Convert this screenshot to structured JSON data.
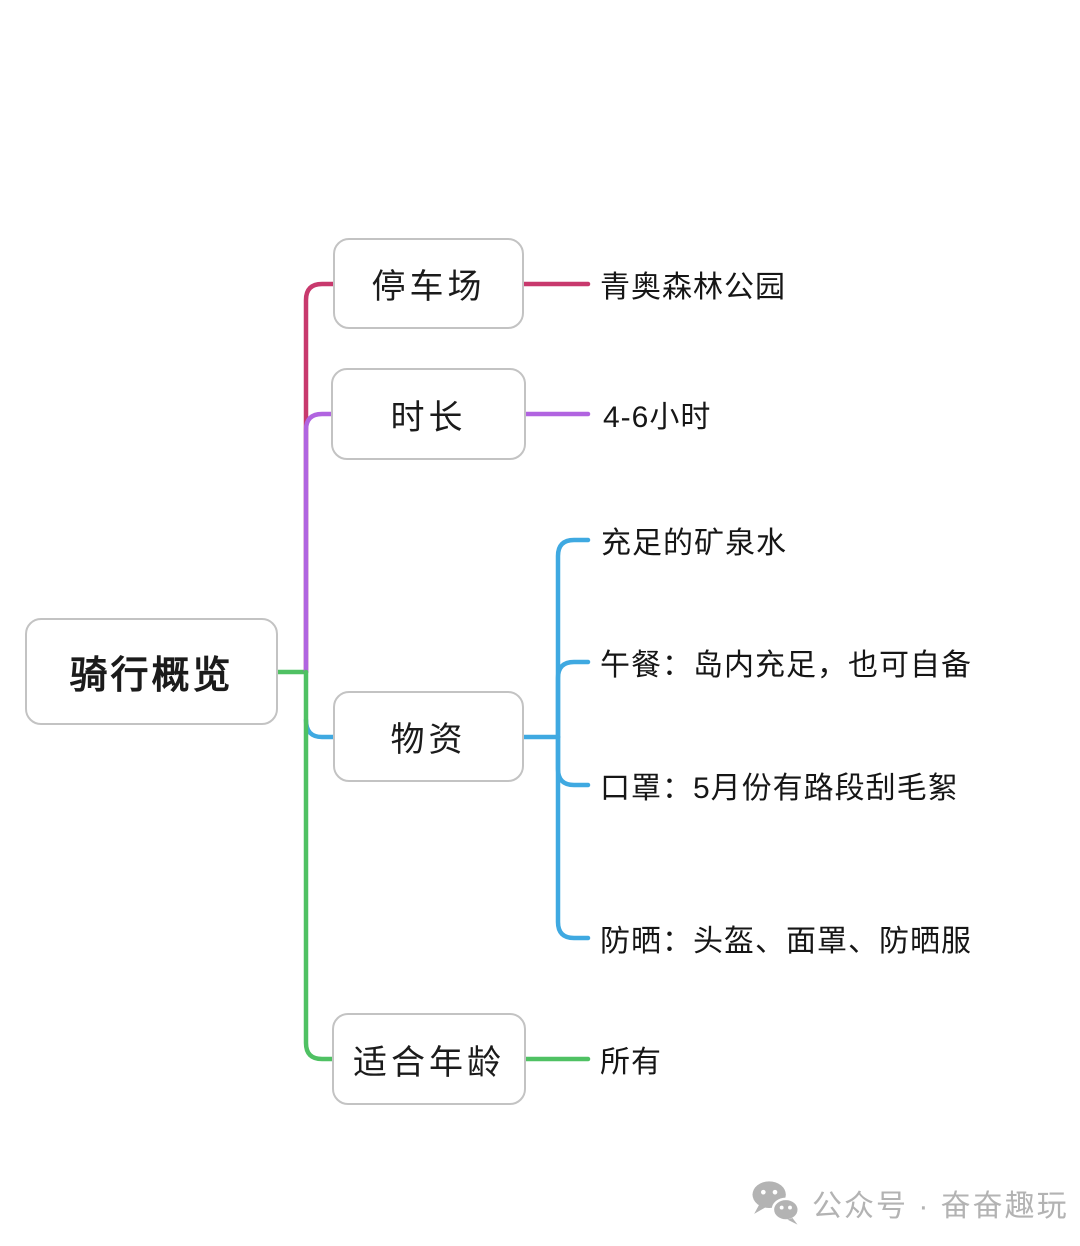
{
  "root": {
    "label": "骑行概览"
  },
  "branches": [
    {
      "label": "停车场",
      "color": "#c8396d",
      "children": [
        {
          "text": "青奥森林公园"
        }
      ]
    },
    {
      "label": "时长",
      "color": "#b164e0",
      "children": [
        {
          "text": "4-6小时"
        }
      ]
    },
    {
      "label": "物资",
      "color": "#3fa9e1",
      "children": [
        {
          "text": "充足的矿泉水"
        },
        {
          "text": "午餐：岛内充足，也可自备"
        },
        {
          "text": "口罩：5月份有路段刮毛絮"
        },
        {
          "text": "防晒：头盔、面罩、防晒服"
        }
      ]
    },
    {
      "label": "适合年龄",
      "color": "#4fc163",
      "children": [
        {
          "text": "所有"
        }
      ]
    }
  ],
  "watermark": {
    "icon": "wechat-icon",
    "text": "公众号 · 奋奋趣玩",
    "color": "#b3b3b3"
  },
  "colors": {
    "background": "#ffffff",
    "node_border": "#c3c3c3",
    "text": "#161616",
    "branch_parking": "#c8396d",
    "branch_duration": "#b164e0",
    "branch_supplies": "#3fa9e1",
    "branch_age": "#4fc163"
  }
}
